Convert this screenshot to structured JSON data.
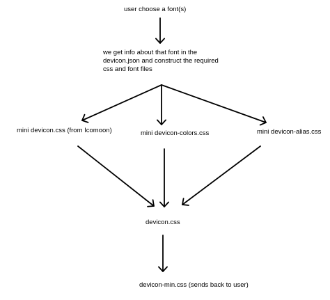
{
  "diagram": {
    "nodes": {
      "choose": "user choose a font(s)",
      "info": [
        "we get info about that font in the",
        "devicon.json and construct the required",
        "css and font files"
      ],
      "mini_icomoon": "mini devicon.css (from Icomoon)",
      "mini_colors": "mini devicon-colors.css",
      "mini_alias": "mini devicon-alias.css",
      "devicon": "devicon.css",
      "devicon_min": "devicon-min.css (sends back to user)"
    },
    "edges": [
      {
        "from": "choose",
        "to": "info"
      },
      {
        "from": "info",
        "to": "mini_icomoon"
      },
      {
        "from": "info",
        "to": "mini_colors"
      },
      {
        "from": "info",
        "to": "mini_alias"
      },
      {
        "from": "mini_icomoon",
        "to": "devicon"
      },
      {
        "from": "mini_colors",
        "to": "devicon"
      },
      {
        "from": "mini_alias",
        "to": "devicon"
      },
      {
        "from": "devicon",
        "to": "devicon_min"
      }
    ],
    "stroke_color": "#000000"
  }
}
